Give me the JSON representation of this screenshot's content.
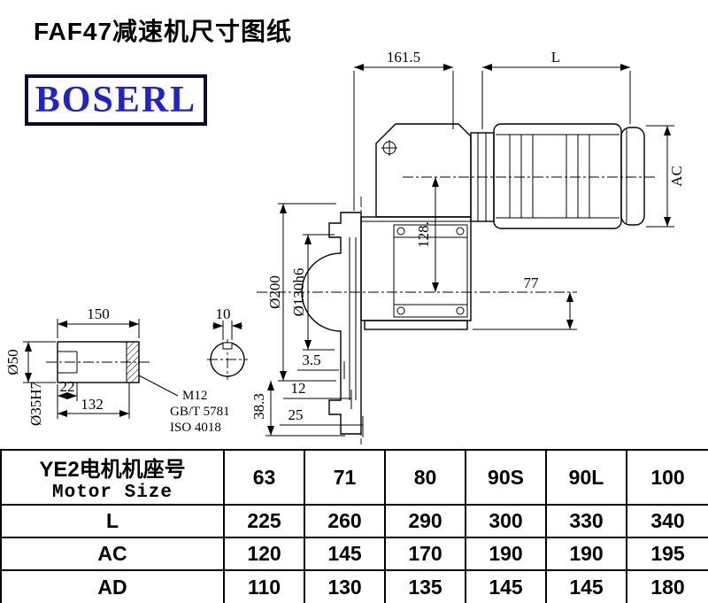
{
  "title": "FAF47减速机尺寸图纸",
  "logo": "BOSERL",
  "drawing": {
    "dims": {
      "top_width": "161.5",
      "motor_length": "L",
      "motor_ac": "AC",
      "flange_od": "Ø200",
      "spigot": "Ø130h6",
      "axis_height": "128.",
      "dim_77": "77",
      "dim_3_5": "3.5",
      "dim_12": "12",
      "dim_25": "25",
      "dim_38_3": "38.3",
      "shaft_len": "150",
      "key_width": "10",
      "shaft_od": "Ø50",
      "bore": "Ø35H7",
      "key_len": "22",
      "dim_132": "132",
      "thread": "M12",
      "standard1": "GB/T 5781",
      "standard2": "ISO 4018"
    }
  },
  "table": {
    "header": {
      "line1": "YE2电机机座号",
      "line2": "Motor Size"
    },
    "sizes": [
      "63",
      "71",
      "80",
      "90S",
      "90L",
      "100"
    ],
    "rows": [
      {
        "label": "L",
        "values": [
          "225",
          "260",
          "290",
          "300",
          "330",
          "340"
        ]
      },
      {
        "label": "AC",
        "values": [
          "120",
          "145",
          "170",
          "190",
          "190",
          "195"
        ]
      },
      {
        "label": "AD",
        "values": [
          "110",
          "130",
          "135",
          "145",
          "145",
          "180"
        ]
      }
    ]
  }
}
